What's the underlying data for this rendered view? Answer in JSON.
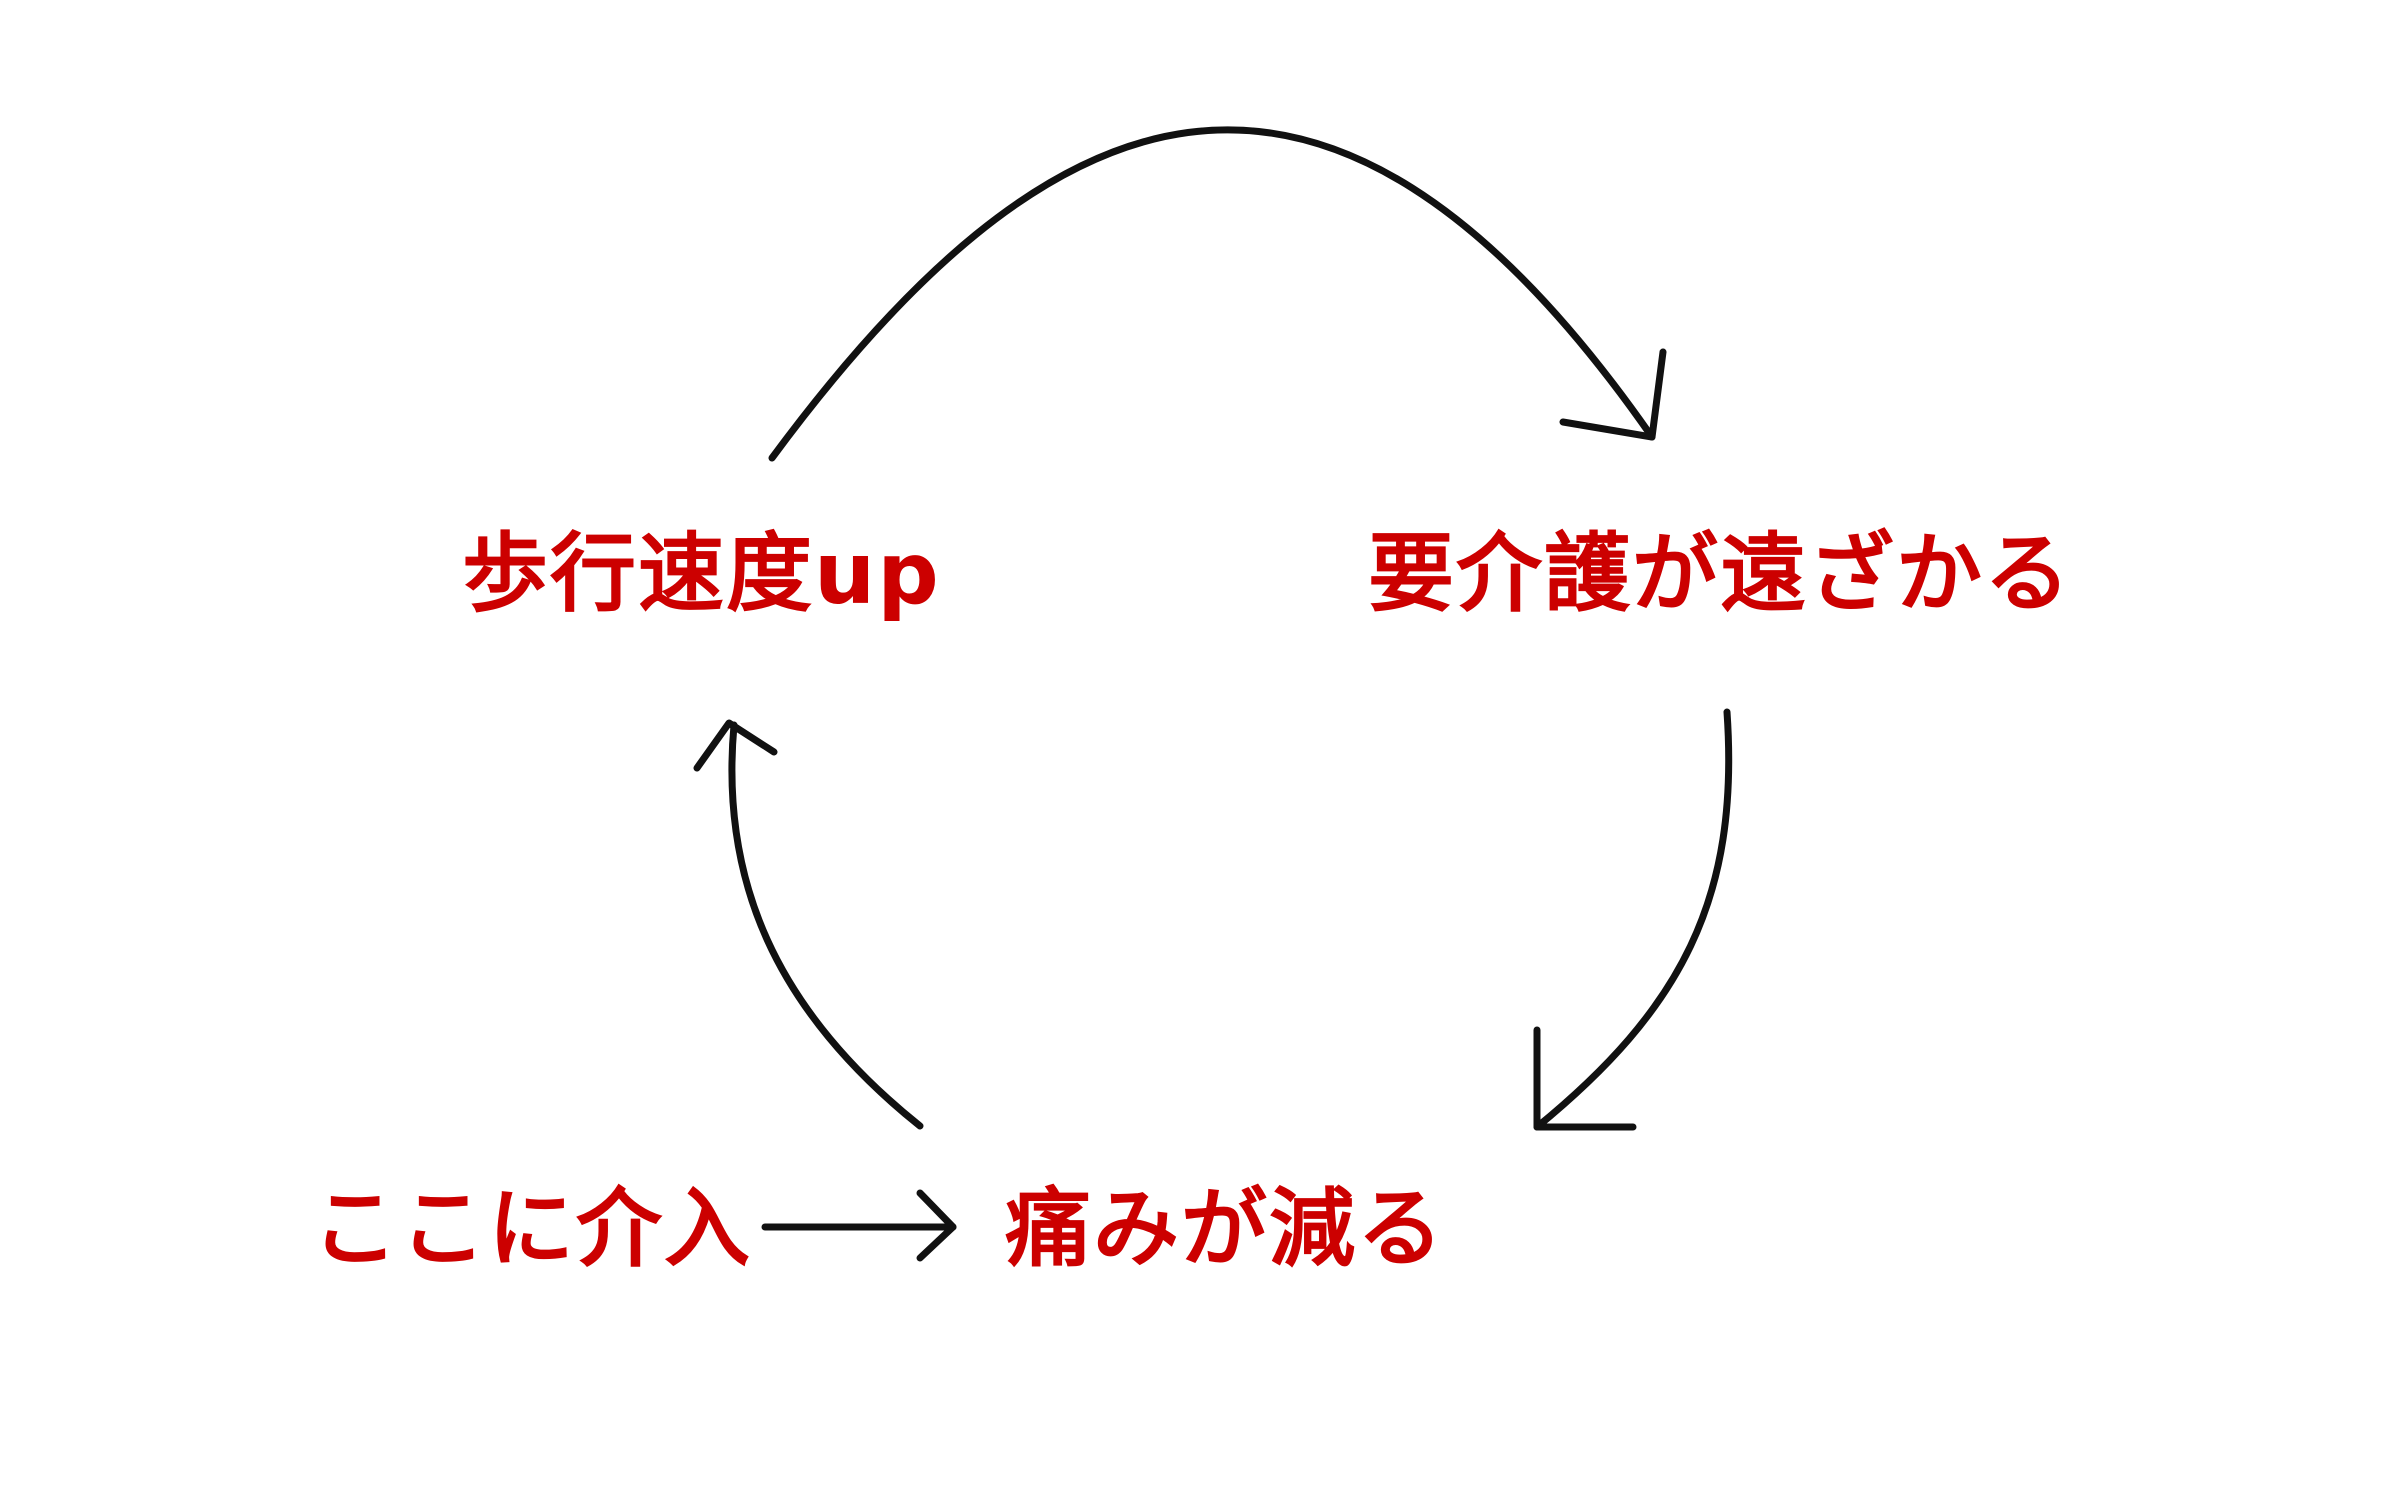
{
  "diagram": {
    "nodes": {
      "walking_speed": "歩行速度up",
      "care_away": "要介護が遠ざかる",
      "pain_reduced": "痛みが減る",
      "intervene_here": "ここに介入"
    },
    "colors": {
      "label": "#cc0000",
      "arrow": "#111111",
      "background": "#ffffff"
    }
  }
}
